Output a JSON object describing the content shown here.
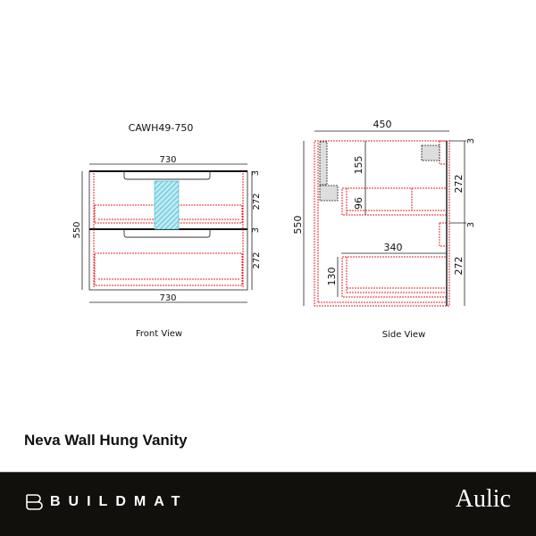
{
  "model_code": "CAWH49-750",
  "front_view": {
    "label": "Front View",
    "width_top": "730",
    "width_bottom": "730",
    "height": "550",
    "drawer_heights": [
      "272",
      "272"
    ],
    "gaps": [
      "3",
      "3"
    ]
  },
  "side_view": {
    "label": "Side View",
    "depth": "450",
    "height": "550",
    "drawer_offset": "155",
    "upper_drawer_height": "96",
    "lower_drawer_depth": "340",
    "lower_drawer_height": "130",
    "drawer_heights": [
      "272",
      "272"
    ],
    "gaps": [
      "3",
      "3"
    ]
  },
  "product_title": "Neva Wall Hung Vanity",
  "footer": {
    "brand_left": "BUILDMAT",
    "brand_right": "Aulic",
    "background": "#12100d"
  },
  "colors": {
    "outline": "#e8242a",
    "dimension": "#111111",
    "sink_hatch": "#38b6d0"
  }
}
